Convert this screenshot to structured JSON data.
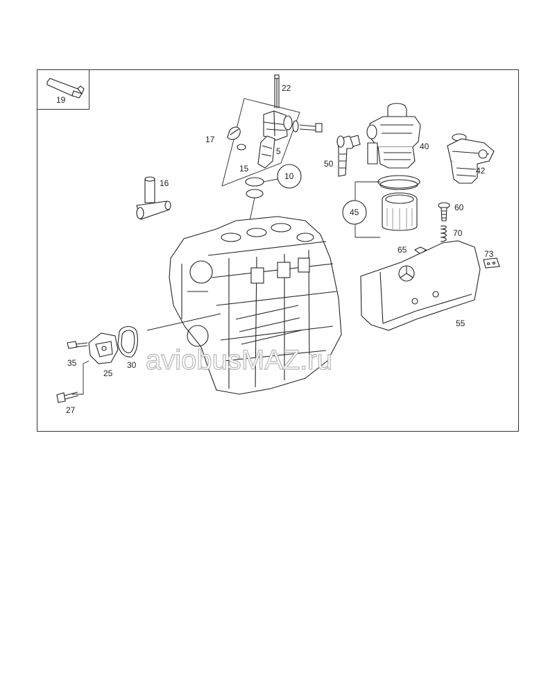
{
  "diagram": {
    "labels": {
      "p5": "5",
      "p10": "10",
      "p15": "15",
      "p16": "16",
      "p17": "17",
      "p19": "19",
      "p22": "22",
      "p25": "25",
      "p27": "27",
      "p30": "30",
      "p35": "35",
      "p40": "40",
      "p42": "42",
      "p45": "45",
      "p50": "50",
      "p55": "55",
      "p60": "60",
      "p65": "65",
      "p70": "70",
      "p73": "73"
    },
    "watermark": "aviobusMAZ.ru"
  },
  "colors": {
    "line": "#222222",
    "frame": "#333333",
    "background": "#ffffff",
    "watermark_stroke": "#b5b5b5"
  }
}
